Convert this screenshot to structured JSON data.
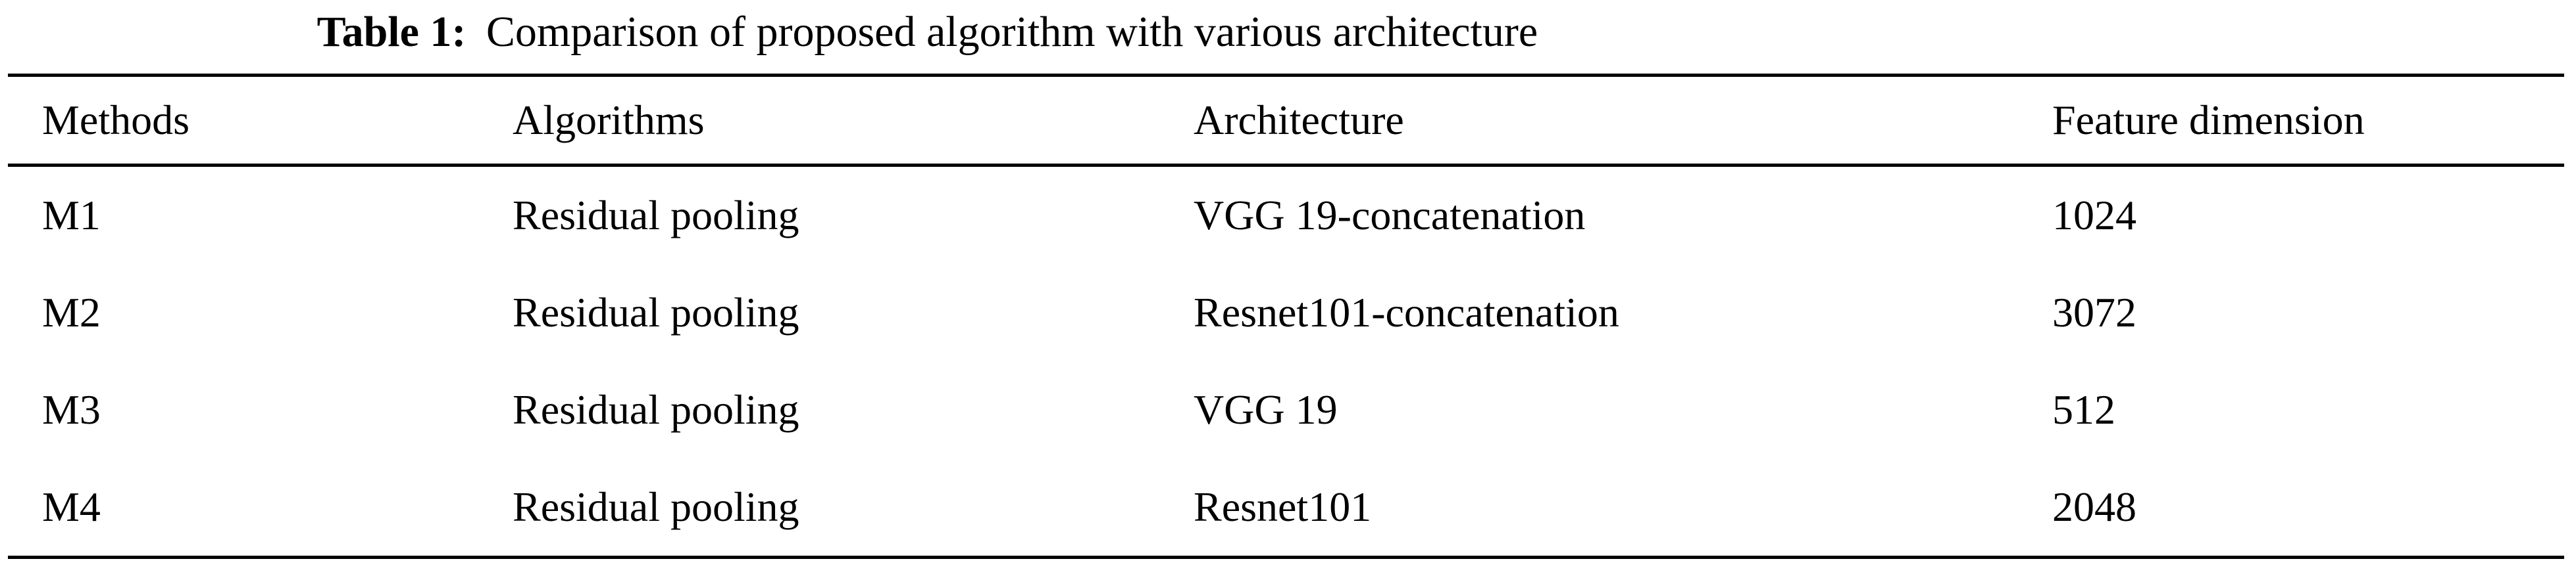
{
  "page": {
    "background": "#ffffff",
    "text_color": "#000000",
    "rule_color": "#000000"
  },
  "caption": {
    "label": "Table 1:",
    "text": "Comparison of proposed algorithm with various architecture"
  },
  "table": {
    "columns": [
      "Methods",
      "Algorithms",
      "Architecture",
      "Feature dimension"
    ],
    "rows": [
      [
        "M1",
        "Residual pooling",
        "VGG 19-concatenation",
        "1024"
      ],
      [
        "M2",
        "Residual pooling",
        "Resnet101-concatenation",
        "3072"
      ],
      [
        "M3",
        "Residual pooling",
        "VGG 19",
        "512"
      ],
      [
        "M4",
        "Residual pooling",
        "Resnet101",
        "2048"
      ]
    ]
  }
}
